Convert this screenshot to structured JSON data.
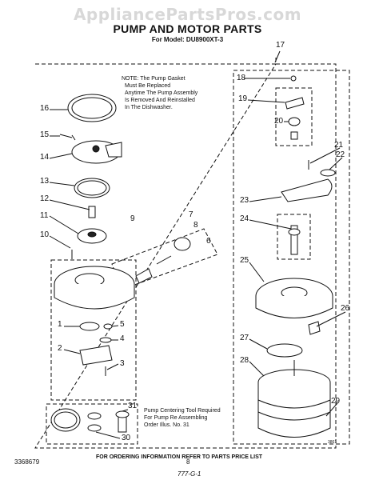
{
  "watermark": "AppliancePartsPros.com",
  "title": "PUMP AND MOTOR PARTS",
  "subtitle": "For Model: DU8900XT-3",
  "note_lines": [
    "NOTE: The Pump Gasket",
    "Must Be Replaced",
    "Anytime The Pump Assembly",
    "Is Removed And Reinstalled",
    "In The Dishwasher."
  ],
  "note2_lines": [
    "Pump Centering Tool Required",
    "For Pump Re Assembling",
    "Order Illus. No. 31"
  ],
  "callouts": [
    "1",
    "2",
    "3",
    "4",
    "5",
    "6",
    "7",
    "8",
    "9",
    "10",
    "11",
    "12",
    "13",
    "14",
    "15",
    "16",
    "17",
    "18",
    "19",
    "20",
    "21",
    "22",
    "23",
    "24",
    "25",
    "26",
    "27",
    "28",
    "29",
    "30",
    "31"
  ],
  "footer": "FOR ORDERING INFORMATION REFER TO PARTS PRICE LIST",
  "doc_number": "3368679",
  "page_number": "8",
  "page_id": "777-G-1",
  "figure_id": "3861"
}
